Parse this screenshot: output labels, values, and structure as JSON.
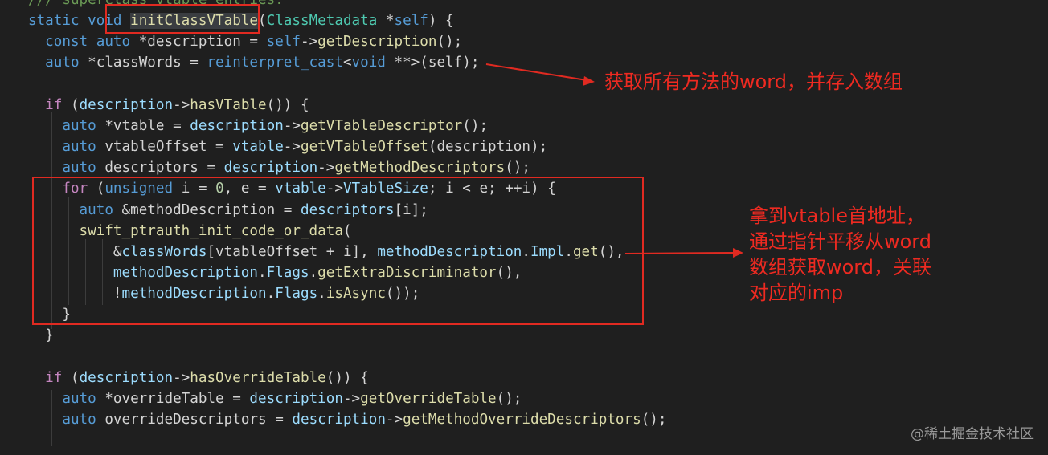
{
  "code": {
    "lines": [
      [
        {
          "t": "/// superclass vtable entries.",
          "c": "com"
        }
      ],
      [
        {
          "t": "static ",
          "c": "kw"
        },
        {
          "t": "void ",
          "c": "kw"
        },
        {
          "t": "initClassVTable",
          "c": "hl"
        },
        {
          "t": "(",
          "c": "op"
        },
        {
          "t": "ClassMetadata",
          "c": "ty"
        },
        {
          "t": " *",
          "c": "op"
        },
        {
          "t": "self",
          "c": "kw"
        },
        {
          "t": ") {",
          "c": "op"
        }
      ],
      [
        {
          "t": "  const ",
          "c": "kw"
        },
        {
          "t": "auto ",
          "c": "kw"
        },
        {
          "t": "*description = ",
          "c": "op"
        },
        {
          "t": "self",
          "c": "kw"
        },
        {
          "t": "->",
          "c": "op"
        },
        {
          "t": "getDescription",
          "c": "fn"
        },
        {
          "t": "();",
          "c": "op"
        }
      ],
      [
        {
          "t": "  auto ",
          "c": "kw"
        },
        {
          "t": "*classWords = ",
          "c": "op"
        },
        {
          "t": "reinterpret_cast",
          "c": "kw"
        },
        {
          "t": "<",
          "c": "op"
        },
        {
          "t": "void",
          "c": "kw"
        },
        {
          "t": " **>(self);",
          "c": "op"
        }
      ],
      [],
      [
        {
          "t": "  if ",
          "c": "ctl"
        },
        {
          "t": "(",
          "c": "op"
        },
        {
          "t": "description",
          "c": "var"
        },
        {
          "t": "->",
          "c": "op"
        },
        {
          "t": "hasVTable",
          "c": "fn"
        },
        {
          "t": "()) {",
          "c": "op"
        }
      ],
      [
        {
          "t": "    auto ",
          "c": "kw"
        },
        {
          "t": "*vtable = ",
          "c": "op"
        },
        {
          "t": "description",
          "c": "var"
        },
        {
          "t": "->",
          "c": "op"
        },
        {
          "t": "getVTableDescriptor",
          "c": "fn"
        },
        {
          "t": "();",
          "c": "op"
        }
      ],
      [
        {
          "t": "    auto ",
          "c": "kw"
        },
        {
          "t": "vtableOffset = ",
          "c": "op"
        },
        {
          "t": "vtable",
          "c": "var"
        },
        {
          "t": "->",
          "c": "op"
        },
        {
          "t": "getVTableOffset",
          "c": "fn"
        },
        {
          "t": "(description);",
          "c": "op"
        }
      ],
      [
        {
          "t": "    auto ",
          "c": "kw"
        },
        {
          "t": "descriptors = ",
          "c": "op"
        },
        {
          "t": "description",
          "c": "var"
        },
        {
          "t": "->",
          "c": "op"
        },
        {
          "t": "getMethodDescriptors",
          "c": "fn"
        },
        {
          "t": "();",
          "c": "op"
        }
      ],
      [
        {
          "t": "    for ",
          "c": "ctl"
        },
        {
          "t": "(",
          "c": "op"
        },
        {
          "t": "unsigned ",
          "c": "kw"
        },
        {
          "t": "i = ",
          "c": "op"
        },
        {
          "t": "0",
          "c": "num"
        },
        {
          "t": ", e = ",
          "c": "op"
        },
        {
          "t": "vtable",
          "c": "var"
        },
        {
          "t": "->",
          "c": "op"
        },
        {
          "t": "VTableSize",
          "c": "var"
        },
        {
          "t": "; i < e; ++i) {",
          "c": "op"
        }
      ],
      [
        {
          "t": "      auto ",
          "c": "kw"
        },
        {
          "t": "&methodDescription = ",
          "c": "op"
        },
        {
          "t": "descriptors",
          "c": "var"
        },
        {
          "t": "[i];",
          "c": "op"
        }
      ],
      [
        {
          "t": "      swift_ptrauth_init_code_or_data",
          "c": "fn"
        },
        {
          "t": "(",
          "c": "op"
        }
      ],
      [
        {
          "t": "          &",
          "c": "op"
        },
        {
          "t": "classWords",
          "c": "var"
        },
        {
          "t": "[vtableOffset + i], ",
          "c": "op"
        },
        {
          "t": "methodDescription",
          "c": "var"
        },
        {
          "t": ".",
          "c": "op"
        },
        {
          "t": "Impl",
          "c": "var"
        },
        {
          "t": ".",
          "c": "op"
        },
        {
          "t": "get",
          "c": "fn"
        },
        {
          "t": "(),",
          "c": "op"
        }
      ],
      [
        {
          "t": "          methodDescription",
          "c": "var"
        },
        {
          "t": ".",
          "c": "op"
        },
        {
          "t": "Flags",
          "c": "var"
        },
        {
          "t": ".",
          "c": "op"
        },
        {
          "t": "getExtraDiscriminator",
          "c": "fn"
        },
        {
          "t": "(),",
          "c": "op"
        }
      ],
      [
        {
          "t": "          !",
          "c": "op"
        },
        {
          "t": "methodDescription",
          "c": "var"
        },
        {
          "t": ".",
          "c": "op"
        },
        {
          "t": "Flags",
          "c": "var"
        },
        {
          "t": ".",
          "c": "op"
        },
        {
          "t": "isAsync",
          "c": "fn"
        },
        {
          "t": "());",
          "c": "op"
        }
      ],
      [
        {
          "t": "    }",
          "c": "op"
        }
      ],
      [
        {
          "t": "  }",
          "c": "op"
        }
      ],
      [],
      [
        {
          "t": "  if ",
          "c": "ctl"
        },
        {
          "t": "(",
          "c": "op"
        },
        {
          "t": "description",
          "c": "var"
        },
        {
          "t": "->",
          "c": "op"
        },
        {
          "t": "hasOverrideTable",
          "c": "fn"
        },
        {
          "t": "()) {",
          "c": "op"
        }
      ],
      [
        {
          "t": "    auto ",
          "c": "kw"
        },
        {
          "t": "*overrideTable = ",
          "c": "op"
        },
        {
          "t": "description",
          "c": "var"
        },
        {
          "t": "->",
          "c": "op"
        },
        {
          "t": "getOverrideTable",
          "c": "fn"
        },
        {
          "t": "();",
          "c": "op"
        }
      ],
      [
        {
          "t": "    auto ",
          "c": "kw"
        },
        {
          "t": "overrideDescriptors = ",
          "c": "op"
        },
        {
          "t": "description",
          "c": "var"
        },
        {
          "t": "->",
          "c": "op"
        },
        {
          "t": "getMethodOverrideDescriptors",
          "c": "fn"
        },
        {
          "t": "();",
          "c": "op"
        }
      ],
      []
    ]
  },
  "annotations": {
    "note1": "获取所有方法的word，并存入数组",
    "note2": "拿到vtable首地址，\n通过指针平移从word\n数组获取word，关联\n对应的imp"
  },
  "watermark": "@稀土掘金技术社区",
  "colors": {
    "annotation": "#ee2a21",
    "background": "#1f1f1f"
  }
}
